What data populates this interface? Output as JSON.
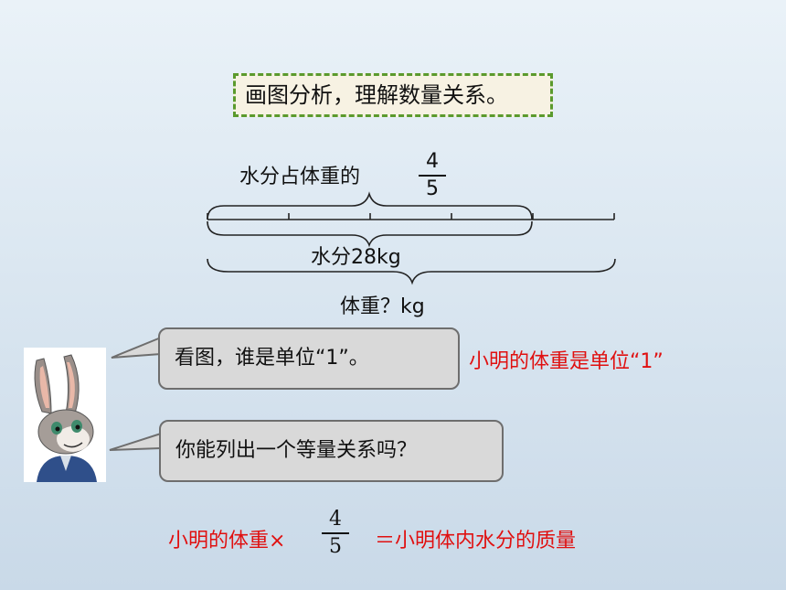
{
  "title": "画图分析，理解数量关系。",
  "diagram": {
    "water_ratio_label": "水分占体重的",
    "fraction_num": "4",
    "fraction_den": "5",
    "water_label": "水分28kg",
    "weight_label": "体重？kg"
  },
  "dialog": {
    "question1": "看图，谁是单位“1”。",
    "answer1": "小明的体重是单位“1”",
    "question2": "你能列出一个等量关系吗？"
  },
  "equation": {
    "left": "小明的体重×",
    "fraction_num": "4",
    "fraction_den": "5",
    "right": "＝小明体内水分的质量"
  },
  "colors": {
    "accent_red": "#e01010",
    "dashed_border": "#5b9a2d",
    "bubble_fill": "#d9d9d9"
  },
  "icons": {
    "character": "rabbit-character-icon"
  }
}
